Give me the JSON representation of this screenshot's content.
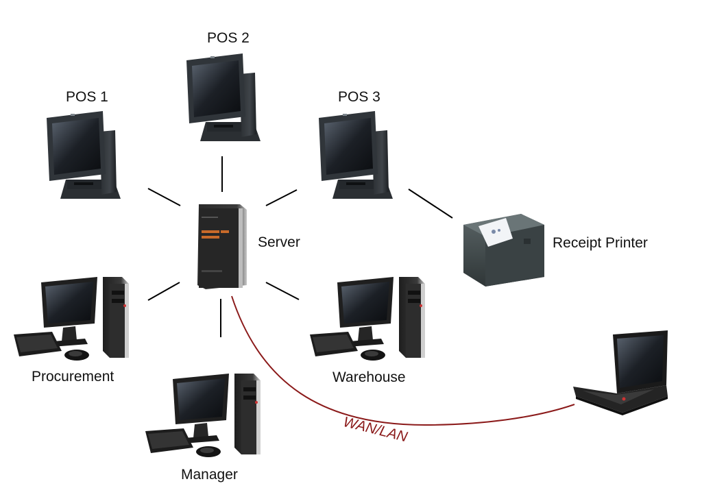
{
  "nodes": {
    "pos1": {
      "label": "POS 1",
      "icon": "pos-terminal-icon"
    },
    "pos2": {
      "label": "POS 2",
      "icon": "pos-terminal-icon"
    },
    "pos3": {
      "label": "POS 3",
      "icon": "pos-terminal-icon"
    },
    "server": {
      "label": "Server",
      "icon": "tower-server-icon"
    },
    "printer": {
      "label": "Receipt Printer",
      "icon": "receipt-printer-icon"
    },
    "procurement": {
      "label": "Procurement",
      "icon": "desktop-computer-icon"
    },
    "warehouse": {
      "label": "Warehouse",
      "icon": "desktop-computer-icon"
    },
    "manager": {
      "label": "Manager",
      "icon": "desktop-computer-icon"
    },
    "laptop": {
      "icon": "laptop-icon"
    }
  },
  "wan_link": {
    "label": "WAN/LAN",
    "color": "#8b1a1a"
  },
  "connection_color": "#000000"
}
